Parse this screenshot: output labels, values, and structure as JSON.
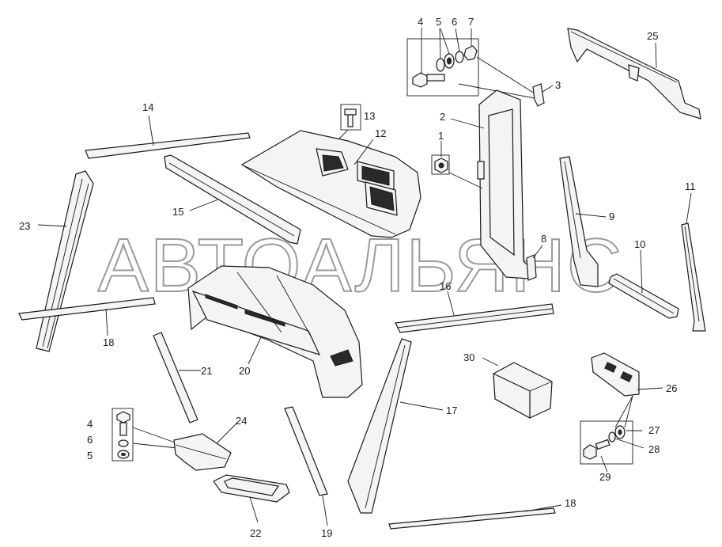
{
  "watermark": "АВТОАЛЬЯНС",
  "parts": [
    {
      "id": "p25",
      "label": "25"
    },
    {
      "id": "p3",
      "label": "3"
    },
    {
      "id": "p4a",
      "label": "4"
    },
    {
      "id": "p5a",
      "label": "5"
    },
    {
      "id": "p6a",
      "label": "6"
    },
    {
      "id": "p7",
      "label": "7"
    },
    {
      "id": "p13",
      "label": "13"
    },
    {
      "id": "p12",
      "label": "12"
    },
    {
      "id": "p14",
      "label": "14"
    },
    {
      "id": "p2",
      "label": "2"
    },
    {
      "id": "p1",
      "label": "1"
    },
    {
      "id": "p15",
      "label": "15"
    },
    {
      "id": "p9",
      "label": "9"
    },
    {
      "id": "p11",
      "label": "11"
    },
    {
      "id": "p23",
      "label": "23"
    },
    {
      "id": "p8",
      "label": "8"
    },
    {
      "id": "p10",
      "label": "10"
    },
    {
      "id": "p16",
      "label": "16"
    },
    {
      "id": "p18a",
      "label": "18"
    },
    {
      "id": "p20",
      "label": "20"
    },
    {
      "id": "p21",
      "label": "21"
    },
    {
      "id": "p30",
      "label": "30"
    },
    {
      "id": "p26",
      "label": "26"
    },
    {
      "id": "p17",
      "label": "17"
    },
    {
      "id": "p24",
      "label": "24"
    },
    {
      "id": "p4b",
      "label": "4"
    },
    {
      "id": "p6b",
      "label": "6"
    },
    {
      "id": "p5b",
      "label": "5"
    },
    {
      "id": "p27",
      "label": "27"
    },
    {
      "id": "p28",
      "label": "28"
    },
    {
      "id": "p29",
      "label": "29"
    },
    {
      "id": "p18b",
      "label": "18"
    },
    {
      "id": "p22",
      "label": "22"
    },
    {
      "id": "p19",
      "label": "19"
    }
  ]
}
